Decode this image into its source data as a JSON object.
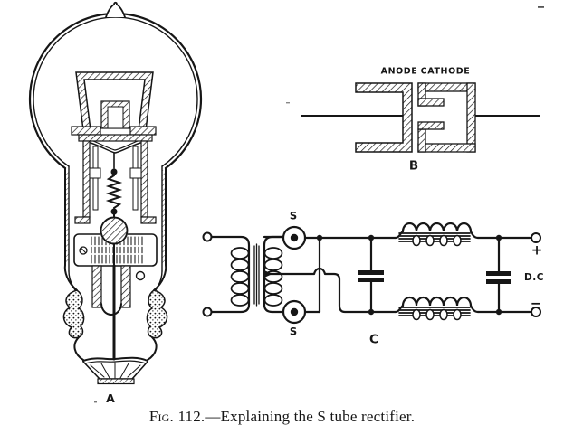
{
  "figure": {
    "caption_prefix": "Fig.",
    "caption_rest": " 112.—Explaining the S tube rectifier.",
    "panel_a": {
      "label": "A"
    },
    "panel_b": {
      "label": "B",
      "anode_label": "ANODE",
      "cathode_label": "CATHODE"
    },
    "panel_c": {
      "label": "C",
      "tube_label_top": "S",
      "tube_label_bottom": "S",
      "positive_terminal": "+",
      "negative_terminal": "−",
      "output_label": "D.C"
    },
    "colors": {
      "ink": "#161616",
      "paper": "#ffffff"
    }
  }
}
